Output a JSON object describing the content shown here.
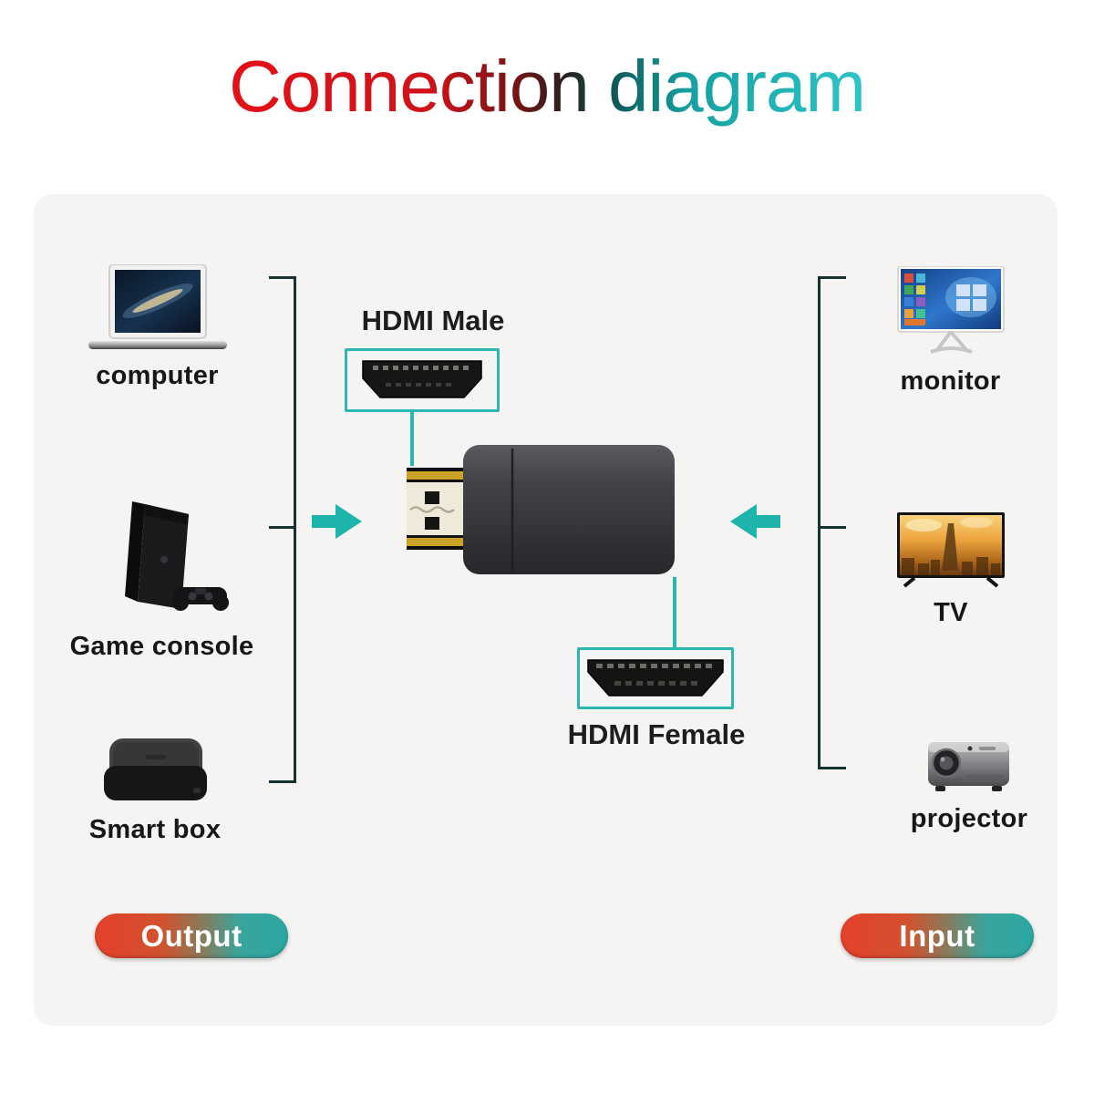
{
  "title": {
    "text": "Connection diagram"
  },
  "colors": {
    "title_gradient_start": "#e31119",
    "title_gradient_end": "#2ec6c8",
    "accent_teal": "#2cb5b2",
    "bracket_dark": "#143230",
    "badge_gradient_left": "#e5402a",
    "badge_gradient_right": "#2aa7a2",
    "panel_background": "#f5f4f2",
    "label_text": "#171717"
  },
  "center": {
    "male_label": "HDMI Male",
    "female_label": "HDMI Female",
    "adapter_icon": "hdmi-adapter-image"
  },
  "output_side": {
    "badge": "Output",
    "devices": [
      {
        "label": "computer",
        "icon": "laptop-icon"
      },
      {
        "label": "Game console",
        "icon": "game-console-icon"
      },
      {
        "label": "Smart box",
        "icon": "smart-box-icon"
      }
    ]
  },
  "input_side": {
    "badge": "Input",
    "devices": [
      {
        "label": "monitor",
        "icon": "monitor-icon"
      },
      {
        "label": "TV",
        "icon": "tv-icon"
      },
      {
        "label": "projector",
        "icon": "projector-icon"
      }
    ]
  }
}
